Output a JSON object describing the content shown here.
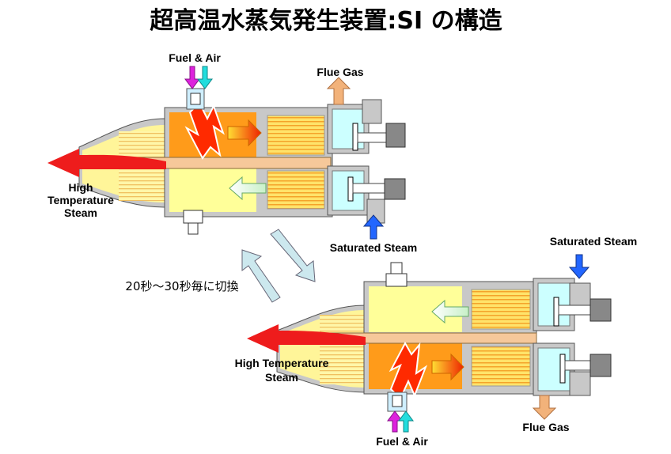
{
  "title": "超高温水蒸気発生装置:SI の構造",
  "switch_note": "20秒〜30秒毎に切換",
  "top_unit": {
    "fuel_air": "Fuel & Air",
    "flue_gas": "Flue Gas",
    "saturated_steam": "Saturated Steam",
    "hts_line1": "High",
    "hts_line2": "Temperature",
    "hts_line3": "Steam"
  },
  "bottom_unit": {
    "saturated_steam": "Saturated Steam",
    "hts_line1": "High Temperature",
    "hts_line2": "Steam",
    "fuel_air": "Fuel & Air",
    "flue_gas": "Flue Gas"
  },
  "colors": {
    "shell": "#c8c8c8",
    "chamber_hot": "#ff9b1a",
    "chamber_cool": "#ffff99",
    "core": "#ffe36a",
    "outlet": "#fff599",
    "rod": "#f6c89a",
    "valve": "#ccffff",
    "steam_arrow": "#2266ff",
    "flue_arrow": "#f2b27a",
    "fuel_arrow": "#dd22dd",
    "air_arrow": "#22dddd",
    "outlet_arrow": "#ee1c1c",
    "switch_arrow": "#cce8ee"
  }
}
